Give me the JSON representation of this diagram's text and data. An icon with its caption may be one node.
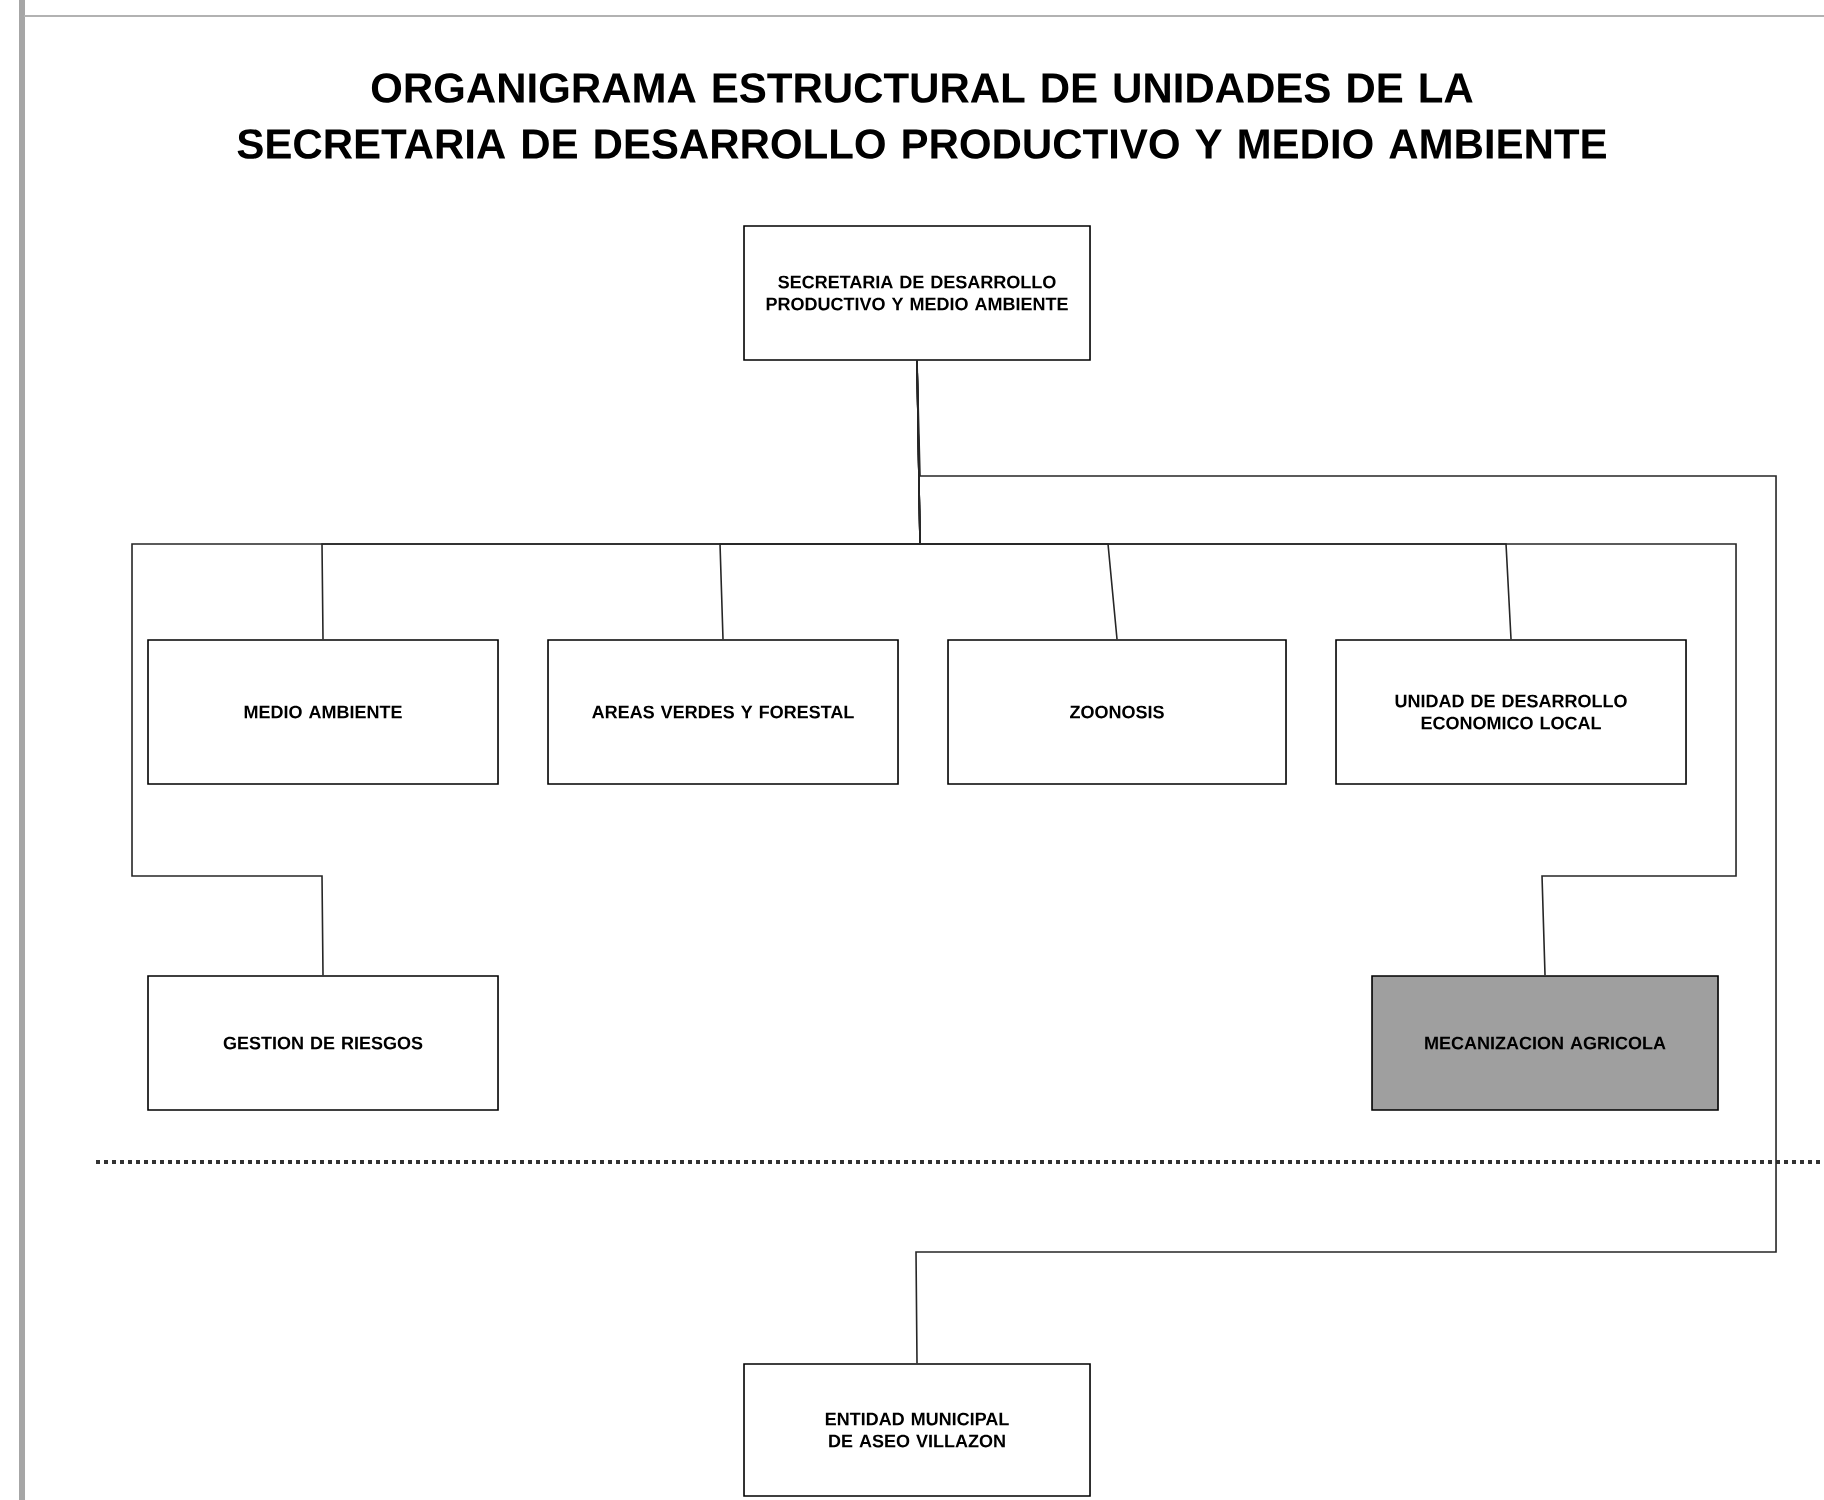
{
  "diagram": {
    "title": "ORGANIGRAMA ESTRUCTURAL DE UNIDADES DE LA SECRETARIA DE DESARROLLO PRODUCTIVO Y MEDIO AMBIENTE",
    "nodes": [
      {
        "text": [
          "SECRETARIA DE DESARROLLO PRODUCTIVO Y MEDIO AMBIENTE"
        ]
      },
      {
        "text": [
          "MEDIO AMBIENTE"
        ]
      },
      {
        "text": [
          "AREAS VERDES Y FORESTAL"
        ]
      },
      {
        "text": [
          "ZOONOSIS"
        ]
      },
      {
        "text": [
          "UNIDAD DE DESARROLLO ECONOMICO LOCAL"
        ]
      },
      {
        "text": [
          "GESTION DE RIESGOS"
        ]
      },
      {
        "text": [
          "MECANIZACION AGRICOLA"
        ]
      },
      {
        "text": [
          "ENTIDAD MUNICIPAL DE ASEO VILLAZON"
        ]
      }
    ],
    "edges": [
      {
        "from": 0,
        "to": 1,
        "arrow": "none"
      },
      {
        "from": 0,
        "to": 2,
        "arrow": "none"
      },
      {
        "from": 0,
        "to": 3,
        "arrow": "none"
      },
      {
        "from": 0,
        "to": 4,
        "arrow": "none"
      },
      {
        "from": 0,
        "to": 5,
        "arrow": "none"
      },
      {
        "from": 0,
        "to": 6,
        "arrow": "none"
      },
      {
        "from": 0,
        "to": 7,
        "arrow": "none"
      }
    ]
  }
}
